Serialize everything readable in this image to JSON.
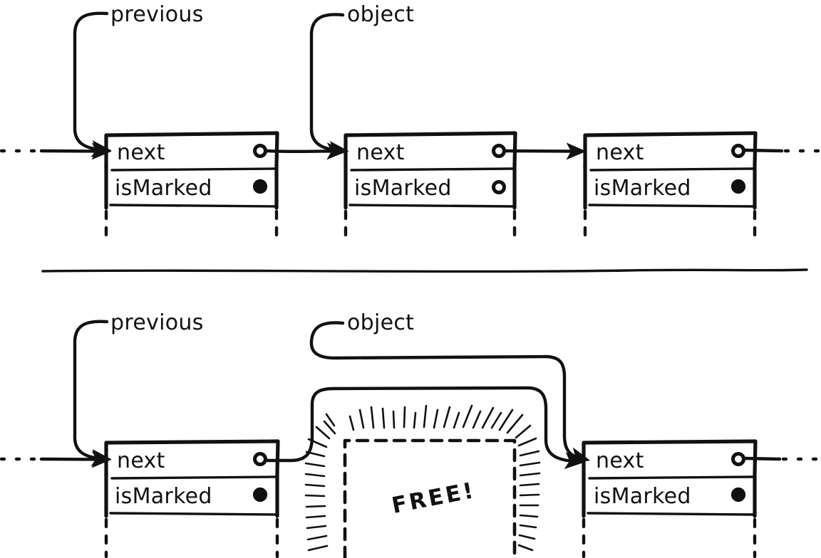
{
  "diagram": {
    "title": "mark-sweep-free-node",
    "ink_color": "#111111",
    "background": "#ffffff"
  },
  "panels": [
    {
      "id": "before",
      "labels": [
        {
          "name": "previous-label",
          "text": "previous"
        },
        {
          "name": "object-label",
          "text": "object"
        }
      ],
      "nodes": [
        {
          "id": "node-previous",
          "fields": [
            {
              "key": "next",
              "label": "next",
              "marker": "hollow-circle"
            },
            {
              "key": "isMarked",
              "label": "isMarked",
              "marker": "filled-dot",
              "value": "true"
            }
          ]
        },
        {
          "id": "node-object",
          "fields": [
            {
              "key": "next",
              "label": "next",
              "marker": "hollow-circle"
            },
            {
              "key": "isMarked",
              "label": "isMarked",
              "marker": "hollow-circle",
              "value": "false"
            }
          ]
        },
        {
          "id": "node-after",
          "fields": [
            {
              "key": "next",
              "label": "next",
              "marker": "hollow-circle"
            },
            {
              "key": "isMarked",
              "label": "isMarked",
              "marker": "filled-dot",
              "value": "true"
            }
          ]
        }
      ]
    },
    {
      "id": "after",
      "labels": [
        {
          "name": "previous-label",
          "text": "previous"
        },
        {
          "name": "object-label",
          "text": "object"
        }
      ],
      "free_region": {
        "text": "FREE!"
      },
      "nodes": [
        {
          "id": "node-previous",
          "fields": [
            {
              "key": "next",
              "label": "next",
              "marker": "hollow-circle"
            },
            {
              "key": "isMarked",
              "label": "isMarked",
              "marker": "filled-dot",
              "value": "true"
            }
          ]
        },
        {
          "id": "node-after",
          "fields": [
            {
              "key": "next",
              "label": "next",
              "marker": "hollow-circle"
            },
            {
              "key": "isMarked",
              "label": "isMarked",
              "marker": "filled-dot",
              "value": "true"
            }
          ]
        }
      ]
    }
  ],
  "text": {
    "previous": "previous",
    "object": "object",
    "next": "next",
    "isMarked": "isMarked",
    "free": "FREE!"
  }
}
